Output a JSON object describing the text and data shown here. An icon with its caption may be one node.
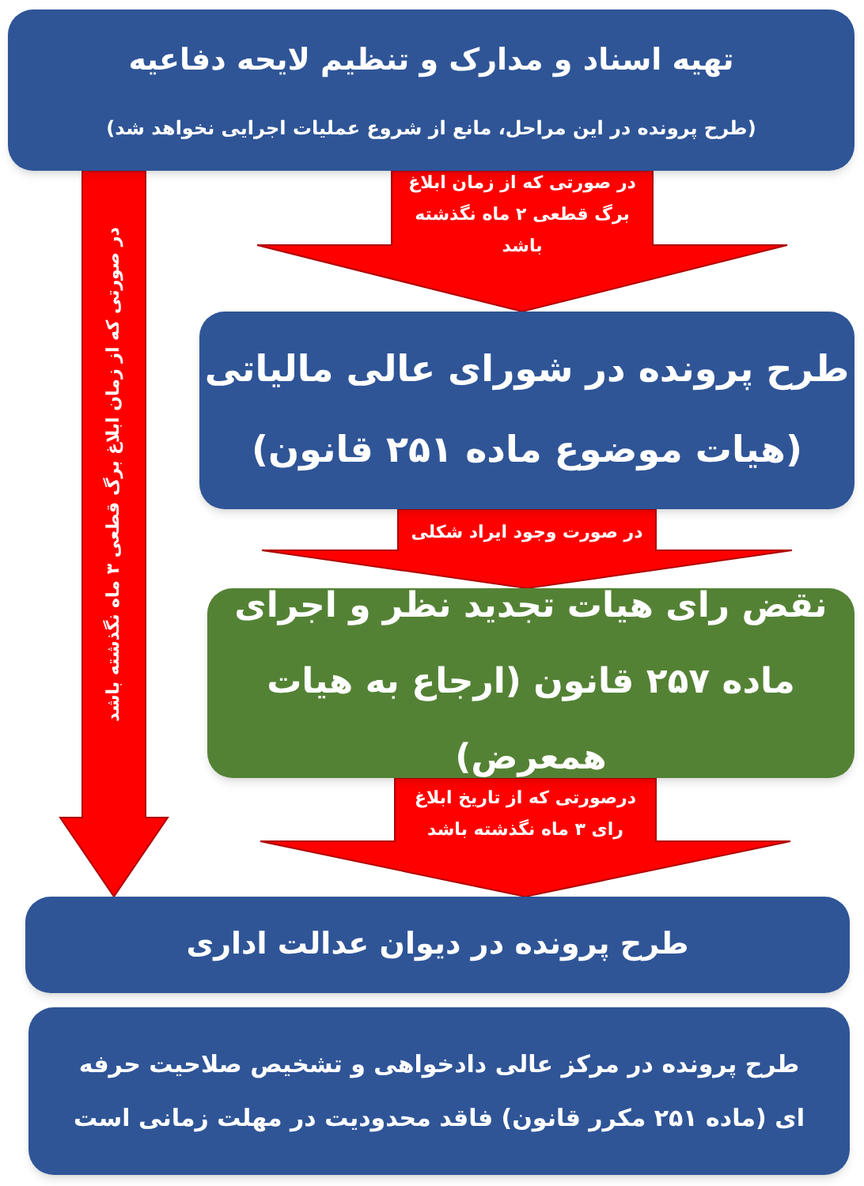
{
  "diagram": {
    "nodes": [
      {
        "text": [
          "تهیه اسناد و مدارک و تنظیم لایحه دفاعیه",
          "(طرح پرونده در این مراحل، مانع از شروع عملیات اجرایی نخواهد شد)"
        ]
      },
      {
        "text": [
          "طرح پرونده در شورای عالی مالیاتی",
          "(هیات موضوع ماده ۲۵۱ قانون)"
        ]
      },
      {
        "text": [
          "نقض رای هیات تجدید نظر و اجرای ماده ۲۵۷ قانون (ارجاع به هیات همعرض)"
        ]
      },
      {
        "text": [
          "طرح پرونده در دیوان عدالت اداری"
        ]
      },
      {
        "text": [
          "طرح پرونده در مرکز عالی دادخواهی و تشخیص صلاحیت حرفه ای (ماده ۲۵۱ مکرر قانون) فاقد محدودیت در مهلت زمانی است"
        ]
      }
    ],
    "edges": [
      {
        "from": 0,
        "to": 1,
        "arrow": "to",
        "label": "در صورتی که از زمان ابلاغ برگ قطعی ۲ ماه نگذشته باشد",
        "style": "thick",
        "color": "#ff0000"
      },
      {
        "from": 1,
        "to": 2,
        "arrow": "to",
        "label": "در صورت وجود ایراد شکلی",
        "style": "thick",
        "color": "#ff0000"
      },
      {
        "from": 2,
        "to": 3,
        "arrow": "to",
        "label": "درصورتی که از تاریخ ابلاغ رای ۳ ماه نگذشته باشد",
        "style": "thick",
        "color": "#ff0000"
      },
      {
        "from": 0,
        "to": 3,
        "arrow": "to",
        "label": "در صورتی که از زمان ابلاغ برگ قطعی ۳ ماه نگذشته باشد",
        "style": "thick",
        "color": "#ff0000"
      }
    ]
  }
}
